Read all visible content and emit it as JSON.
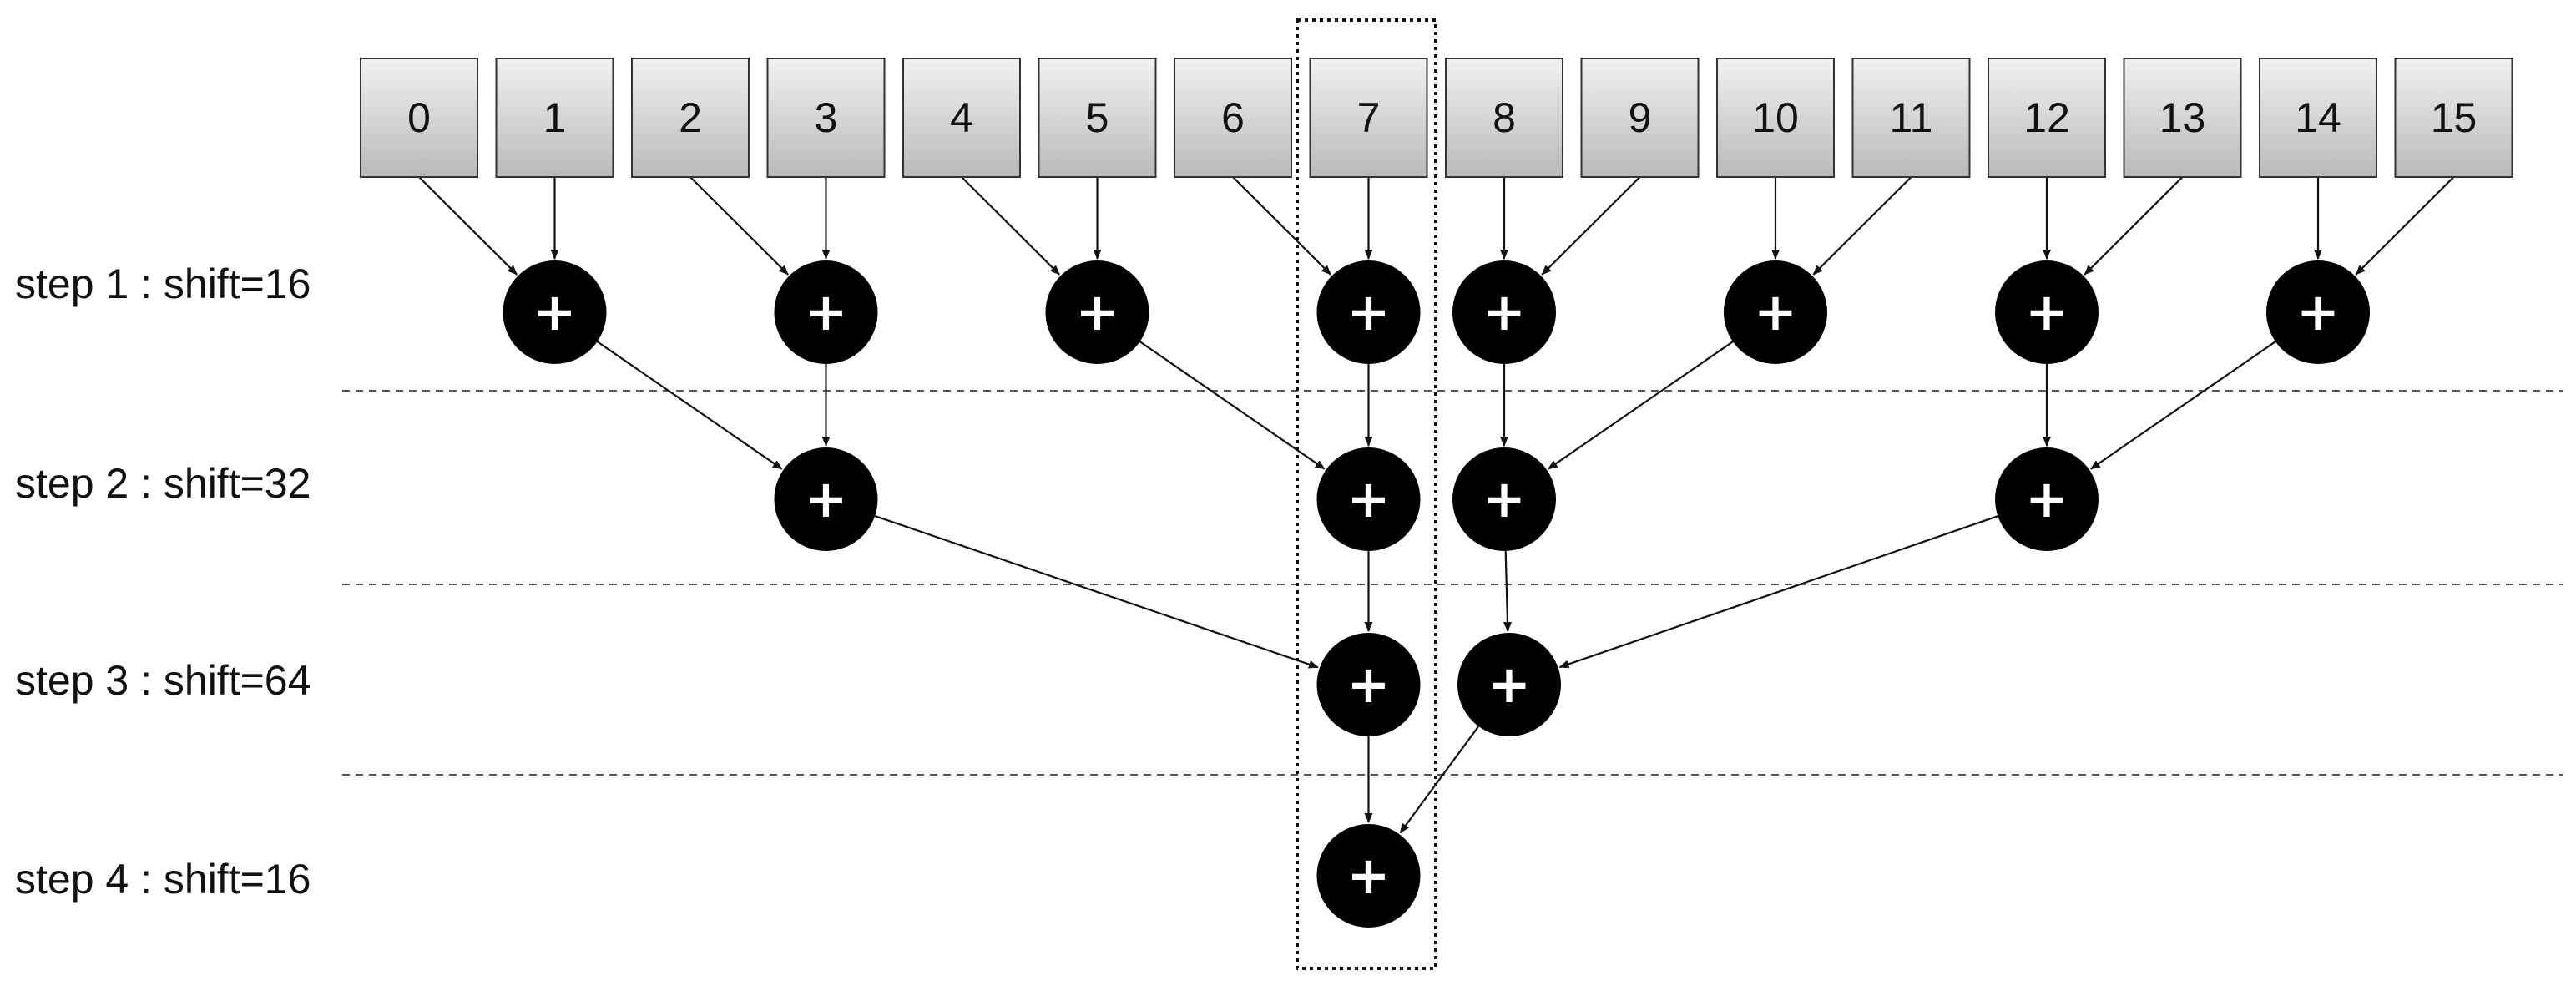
{
  "cells": [
    "0",
    "1",
    "2",
    "3",
    "4",
    "5",
    "6",
    "7",
    "8",
    "9",
    "10",
    "11",
    "12",
    "13",
    "14",
    "15"
  ],
  "steps": [
    "step 1 : shift=16",
    "step 2 : shift=32",
    "step 3 : shift=64",
    "step 4 : shift=16"
  ],
  "adder_symbol": "+",
  "colors": {
    "cell_top": "#f1f1f1",
    "cell_bottom": "#b9b9b9",
    "cell_border": "#333333",
    "adder_fill": "#000000",
    "line": "#111111",
    "separator": "#555555",
    "highlight_border": "#111111"
  },
  "edges": [
    {
      "from": "cell-0",
      "to": "s1-0"
    },
    {
      "from": "cell-1",
      "to": "s1-0"
    },
    {
      "from": "cell-2",
      "to": "s1-1"
    },
    {
      "from": "cell-3",
      "to": "s1-1"
    },
    {
      "from": "cell-4",
      "to": "s1-2"
    },
    {
      "from": "cell-5",
      "to": "s1-2"
    },
    {
      "from": "cell-6",
      "to": "s1-3"
    },
    {
      "from": "cell-7",
      "to": "s1-3"
    },
    {
      "from": "cell-8",
      "to": "s1-4"
    },
    {
      "from": "cell-9",
      "to": "s1-4"
    },
    {
      "from": "cell-10",
      "to": "s1-5"
    },
    {
      "from": "cell-11",
      "to": "s1-5"
    },
    {
      "from": "cell-12",
      "to": "s1-6"
    },
    {
      "from": "cell-13",
      "to": "s1-6"
    },
    {
      "from": "cell-14",
      "to": "s1-7"
    },
    {
      "from": "cell-15",
      "to": "s1-7"
    },
    {
      "from": "s1-0",
      "to": "s2-0"
    },
    {
      "from": "s1-1",
      "to": "s2-0"
    },
    {
      "from": "s1-2",
      "to": "s2-1"
    },
    {
      "from": "s1-3",
      "to": "s2-1"
    },
    {
      "from": "s1-4",
      "to": "s2-2"
    },
    {
      "from": "s1-5",
      "to": "s2-2"
    },
    {
      "from": "s1-6",
      "to": "s2-3"
    },
    {
      "from": "s1-7",
      "to": "s2-3"
    },
    {
      "from": "s2-0",
      "to": "s3-0"
    },
    {
      "from": "s2-1",
      "to": "s3-0"
    },
    {
      "from": "s2-2",
      "to": "s3-1"
    },
    {
      "from": "s2-3",
      "to": "s3-1"
    },
    {
      "from": "s3-0",
      "to": "s4-0"
    },
    {
      "from": "s3-1",
      "to": "s4-0"
    }
  ]
}
